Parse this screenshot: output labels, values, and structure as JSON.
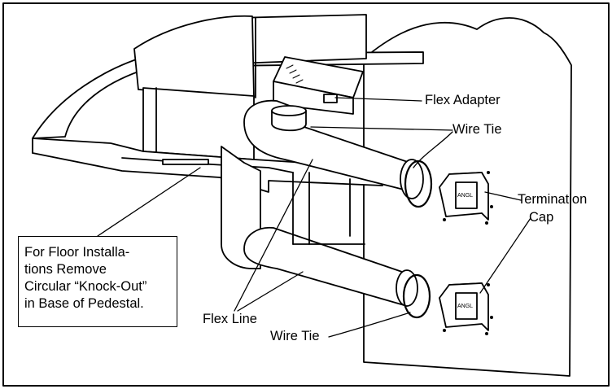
{
  "labels": {
    "flex_adapter": "Flex Adapter",
    "wire_tie_top": "Wire Tie",
    "termination_cap_line1": "Termination",
    "termination_cap_line2": "Cap",
    "flex_line": "Flex Line",
    "wire_tie_bottom": "Wire Tie"
  },
  "note": {
    "lines": [
      "For Floor Installa-",
      "tions Remove",
      "Circular “Knock-Out”",
      "in Base of Pedestal."
    ]
  },
  "colors": {
    "stroke": "#000000",
    "fill": "#ffffff"
  },
  "icons": [
    "vent-cap-logo-icon"
  ]
}
